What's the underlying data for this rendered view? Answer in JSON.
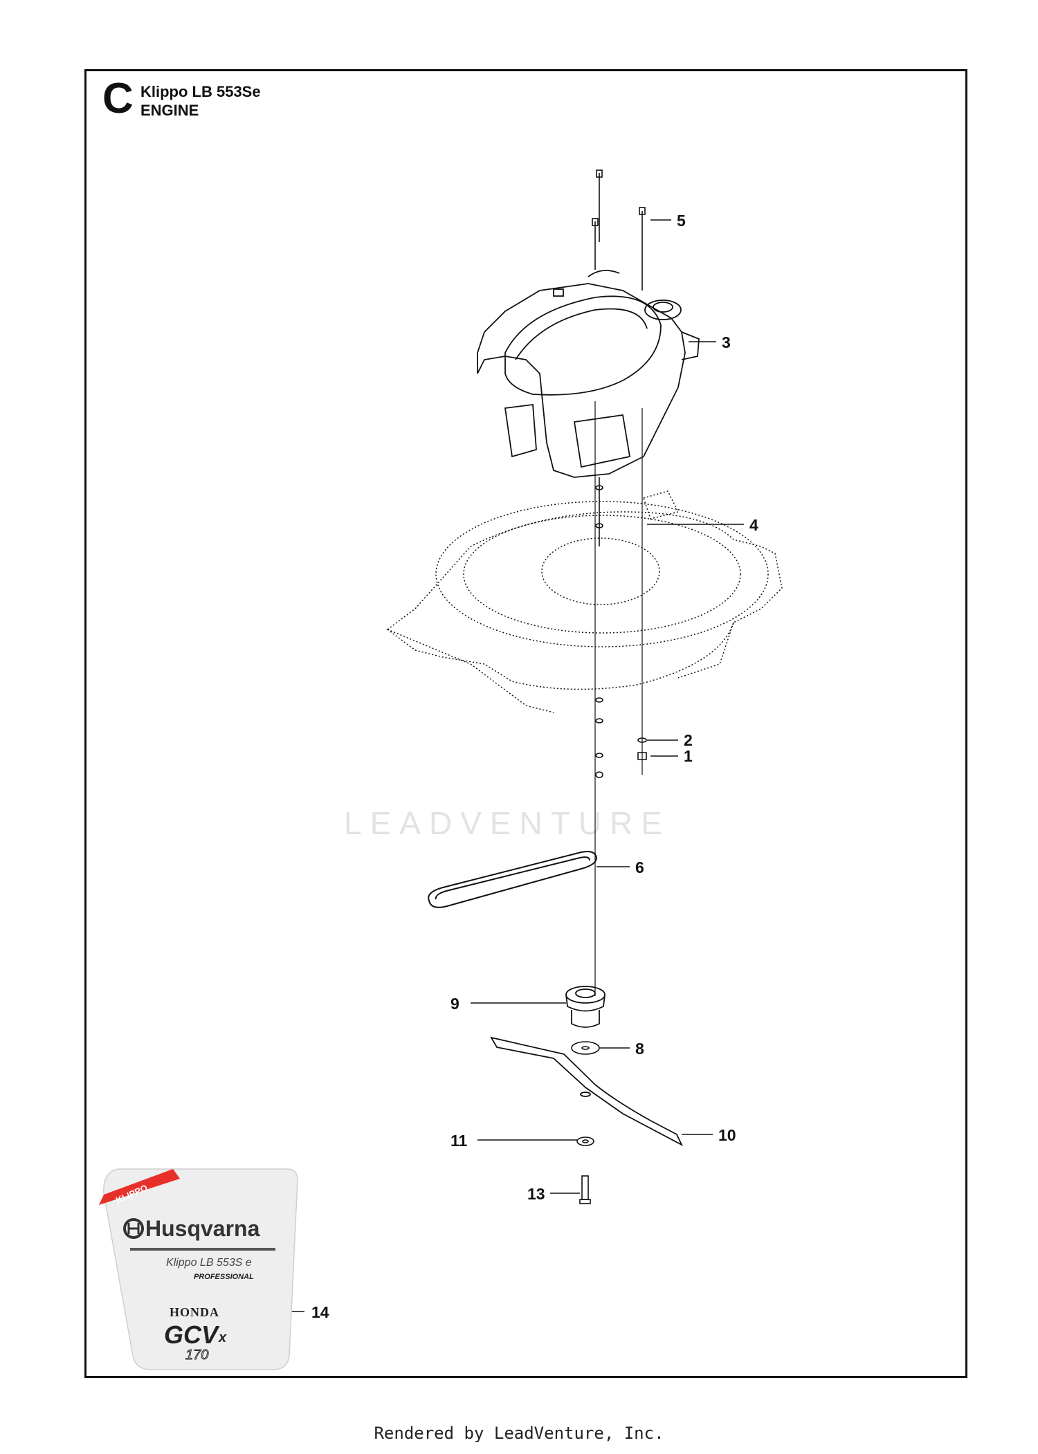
{
  "header": {
    "section_letter": "C",
    "model": "Klippo LB 553Se",
    "section": "ENGINE"
  },
  "callouts": [
    {
      "num": "1",
      "part": "nut"
    },
    {
      "num": "2",
      "part": "washer"
    },
    {
      "num": "3",
      "part": "engine"
    },
    {
      "num": "4",
      "part": "washer"
    },
    {
      "num": "5",
      "part": "bolt"
    },
    {
      "num": "6",
      "part": "belt"
    },
    {
      "num": "8",
      "part": "washer"
    },
    {
      "num": "9",
      "part": "blade-hub"
    },
    {
      "num": "10",
      "part": "blade"
    },
    {
      "num": "11",
      "part": "washer"
    },
    {
      "num": "13",
      "part": "bolt"
    },
    {
      "num": "14",
      "part": "decal"
    }
  ],
  "decal": {
    "tag": "KLIPPO",
    "brand": "Husqvarna",
    "model_line": "Klippo LB 553S e",
    "grade": "PROFESSIONAL",
    "engine_brand": "HONDA",
    "engine_model": "GCV",
    "engine_suffix": "x",
    "engine_size": "170"
  },
  "watermark": "LEADVENTURE",
  "footer": "Rendered by LeadVenture, Inc.",
  "colors": {
    "line": "#111111",
    "decal_red": "#e8302a",
    "decal_bg": "#eeeeee",
    "watermark": "#e3e3e3"
  }
}
